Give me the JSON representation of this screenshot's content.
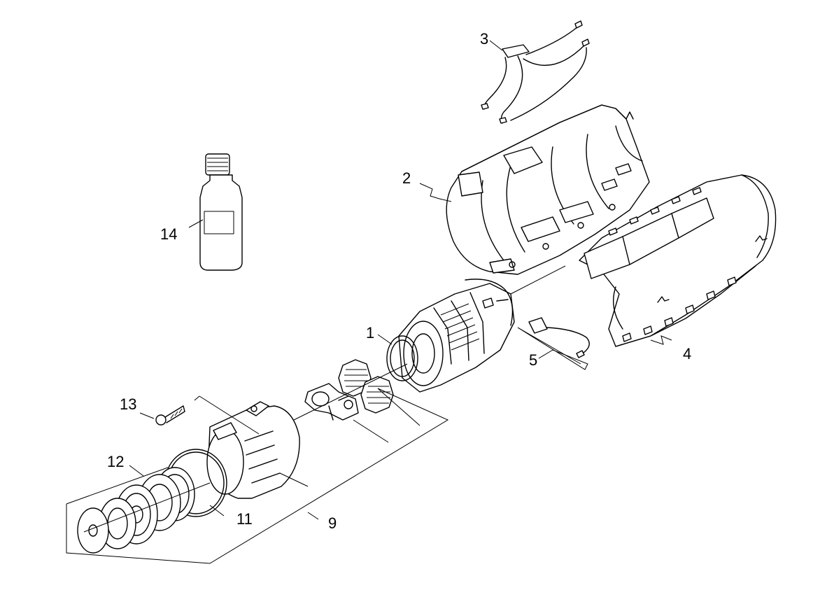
{
  "callouts": [
    {
      "id": "1",
      "label": "1"
    },
    {
      "id": "2",
      "label": "2"
    },
    {
      "id": "3",
      "label": "3"
    },
    {
      "id": "4",
      "label": "4"
    },
    {
      "id": "5",
      "label": "5"
    },
    {
      "id": "9",
      "label": "9"
    },
    {
      "id": "11",
      "label": "11"
    },
    {
      "id": "12",
      "label": "12"
    },
    {
      "id": "13",
      "label": "13"
    },
    {
      "id": "14",
      "label": "14"
    }
  ],
  "bottle_label": "",
  "colors": {
    "ink": "#000000",
    "paper": "#ffffff"
  }
}
